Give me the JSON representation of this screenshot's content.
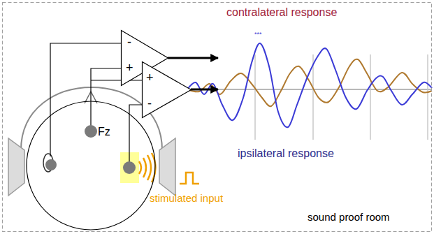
{
  "diagram": {
    "nodes": [
      {
        "text": [
          "sound proof room"
        ]
      },
      {
        "text": [
          "-",
          "+"
        ],
        "in": 0
      },
      {
        "text": [
          "+",
          "-"
        ],
        "in": 0
      },
      {
        "text": [
          "Fz"
        ],
        "in": 0
      }
    ],
    "labels": [
      "contralateral response",
      "***",
      "ipsilateral response",
      "stimulated input"
    ]
  }
}
